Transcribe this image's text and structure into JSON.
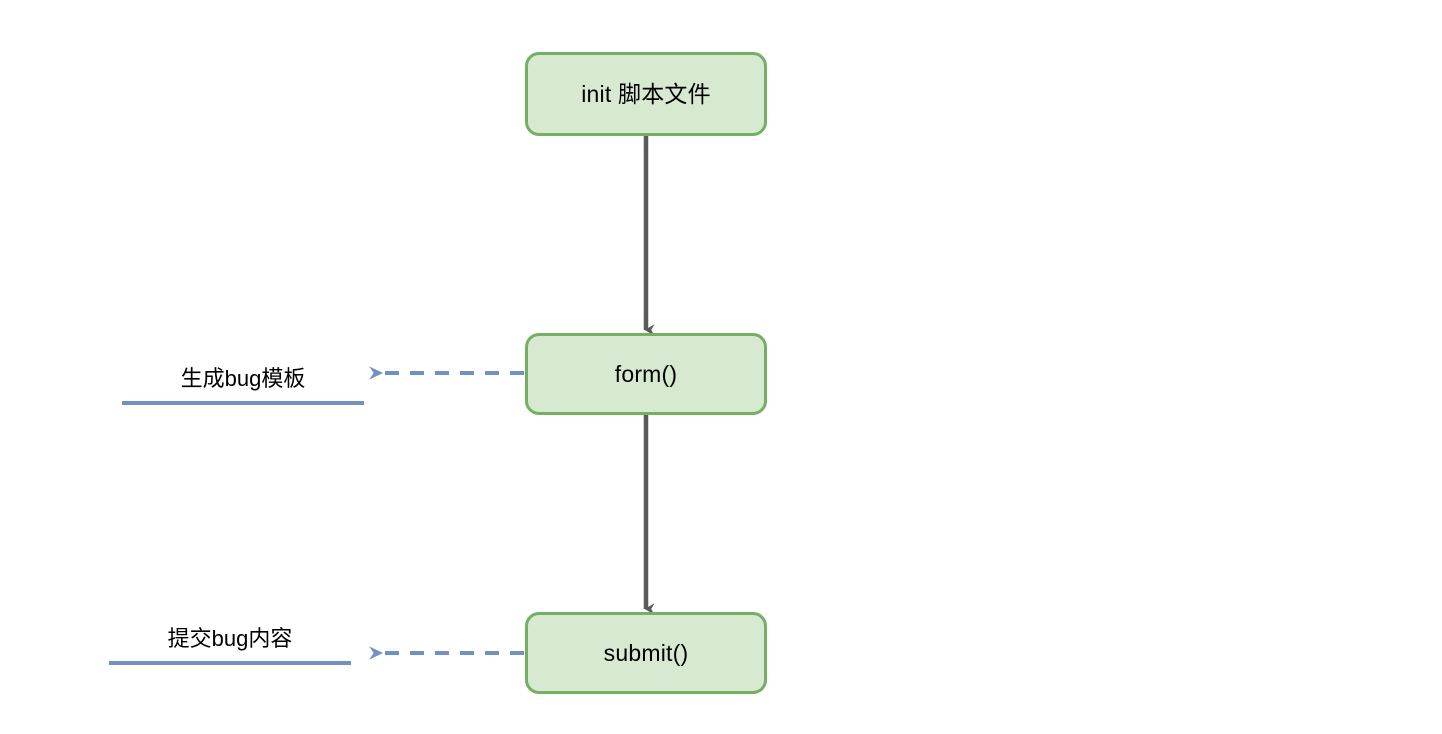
{
  "diagram": {
    "type": "flowchart",
    "orientation": "vertical",
    "colors": {
      "node_fill": "#d8e9d2",
      "node_border": "#74b063",
      "flow_arrow": "#5a5a5a",
      "note_arrow": "#7290c2",
      "note_rule": "#7290c2",
      "text": "#000000",
      "background": "#ffffff"
    },
    "nodes": [
      {
        "id": "init",
        "label": "init 脚本文件"
      },
      {
        "id": "form",
        "label": "form()"
      },
      {
        "id": "submit",
        "label": "submit()"
      }
    ],
    "notes": [
      {
        "id": "note-1",
        "label": "生成bug模板",
        "attached_to": "form"
      },
      {
        "id": "note-2",
        "label": "提交bug内容",
        "attached_to": "submit"
      }
    ],
    "edges": [
      {
        "from": "init",
        "to": "form",
        "style": "solid",
        "arrow": "down"
      },
      {
        "from": "form",
        "to": "submit",
        "style": "solid",
        "arrow": "down"
      },
      {
        "from": "form",
        "to": "note-1",
        "style": "dashed",
        "arrow": "left"
      },
      {
        "from": "submit",
        "to": "note-2",
        "style": "dashed",
        "arrow": "left"
      }
    ]
  }
}
